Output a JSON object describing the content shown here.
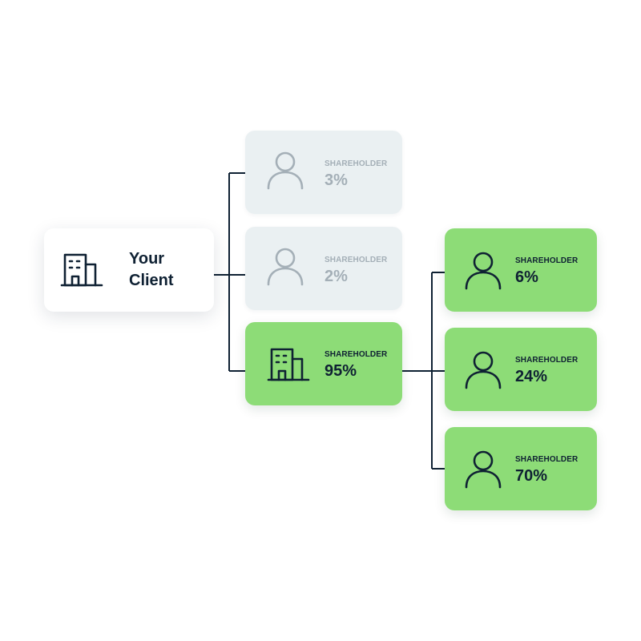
{
  "colors": {
    "background": "#ffffff",
    "client_card": "#ffffff",
    "muted_card": "#eaf0f2",
    "active_card": "#8ddc77",
    "ink": "#0f2133",
    "muted_ink": "#a4afb7",
    "connector": "#0f2133"
  },
  "client": {
    "title_line1": "Your",
    "title_line2": "Client",
    "icon": "building-icon"
  },
  "shareholders": [
    {
      "label": "SHAREHOLDER",
      "value": "3%",
      "icon": "person-icon",
      "state": "muted"
    },
    {
      "label": "SHAREHOLDER",
      "value": "2%",
      "icon": "person-icon",
      "state": "muted"
    },
    {
      "label": "SHAREHOLDER",
      "value": "95%",
      "icon": "building-icon",
      "state": "active"
    }
  ],
  "sub_shareholders": [
    {
      "label": "SHAREHOLDER",
      "value": "6%",
      "icon": "person-icon",
      "state": "active"
    },
    {
      "label": "SHAREHOLDER",
      "value": "24%",
      "icon": "person-icon",
      "state": "active"
    },
    {
      "label": "SHAREHOLDER",
      "value": "70%",
      "icon": "person-icon",
      "state": "active"
    }
  ]
}
